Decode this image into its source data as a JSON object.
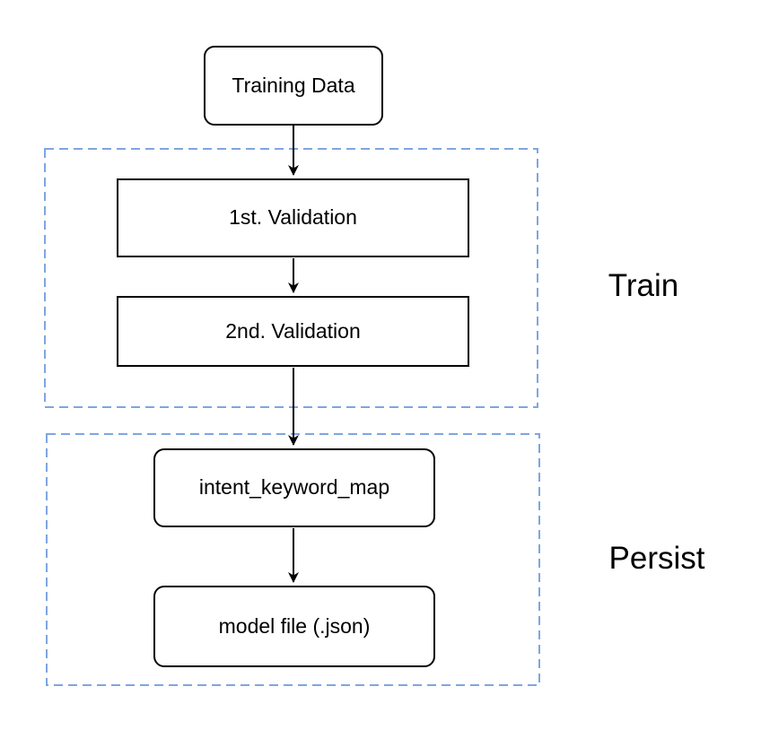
{
  "diagram": {
    "type": "flowchart",
    "colors": {
      "background": "#ffffff",
      "node_stroke": "#000000",
      "group_dash": "#7EA6E0",
      "text": "#000000"
    },
    "nodes": [
      {
        "id": "training-data",
        "label": "Training Data",
        "shape": "rounded"
      },
      {
        "id": "first-validation",
        "label": "1st. Validation",
        "shape": "rect"
      },
      {
        "id": "second-validation",
        "label": "2nd. Validation",
        "shape": "rect"
      },
      {
        "id": "intent-keyword-map",
        "label": "intent_keyword_map",
        "shape": "rounded"
      },
      {
        "id": "model-file",
        "label": "model file (.json)",
        "shape": "rounded"
      }
    ],
    "groups": [
      {
        "id": "train",
        "label": "Train"
      },
      {
        "id": "persist",
        "label": "Persist"
      }
    ],
    "edges": [
      {
        "from": "training-data",
        "to": "first-validation"
      },
      {
        "from": "first-validation",
        "to": "second-validation"
      },
      {
        "from": "second-validation",
        "to": "intent-keyword-map"
      },
      {
        "from": "intent-keyword-map",
        "to": "model-file"
      }
    ]
  }
}
